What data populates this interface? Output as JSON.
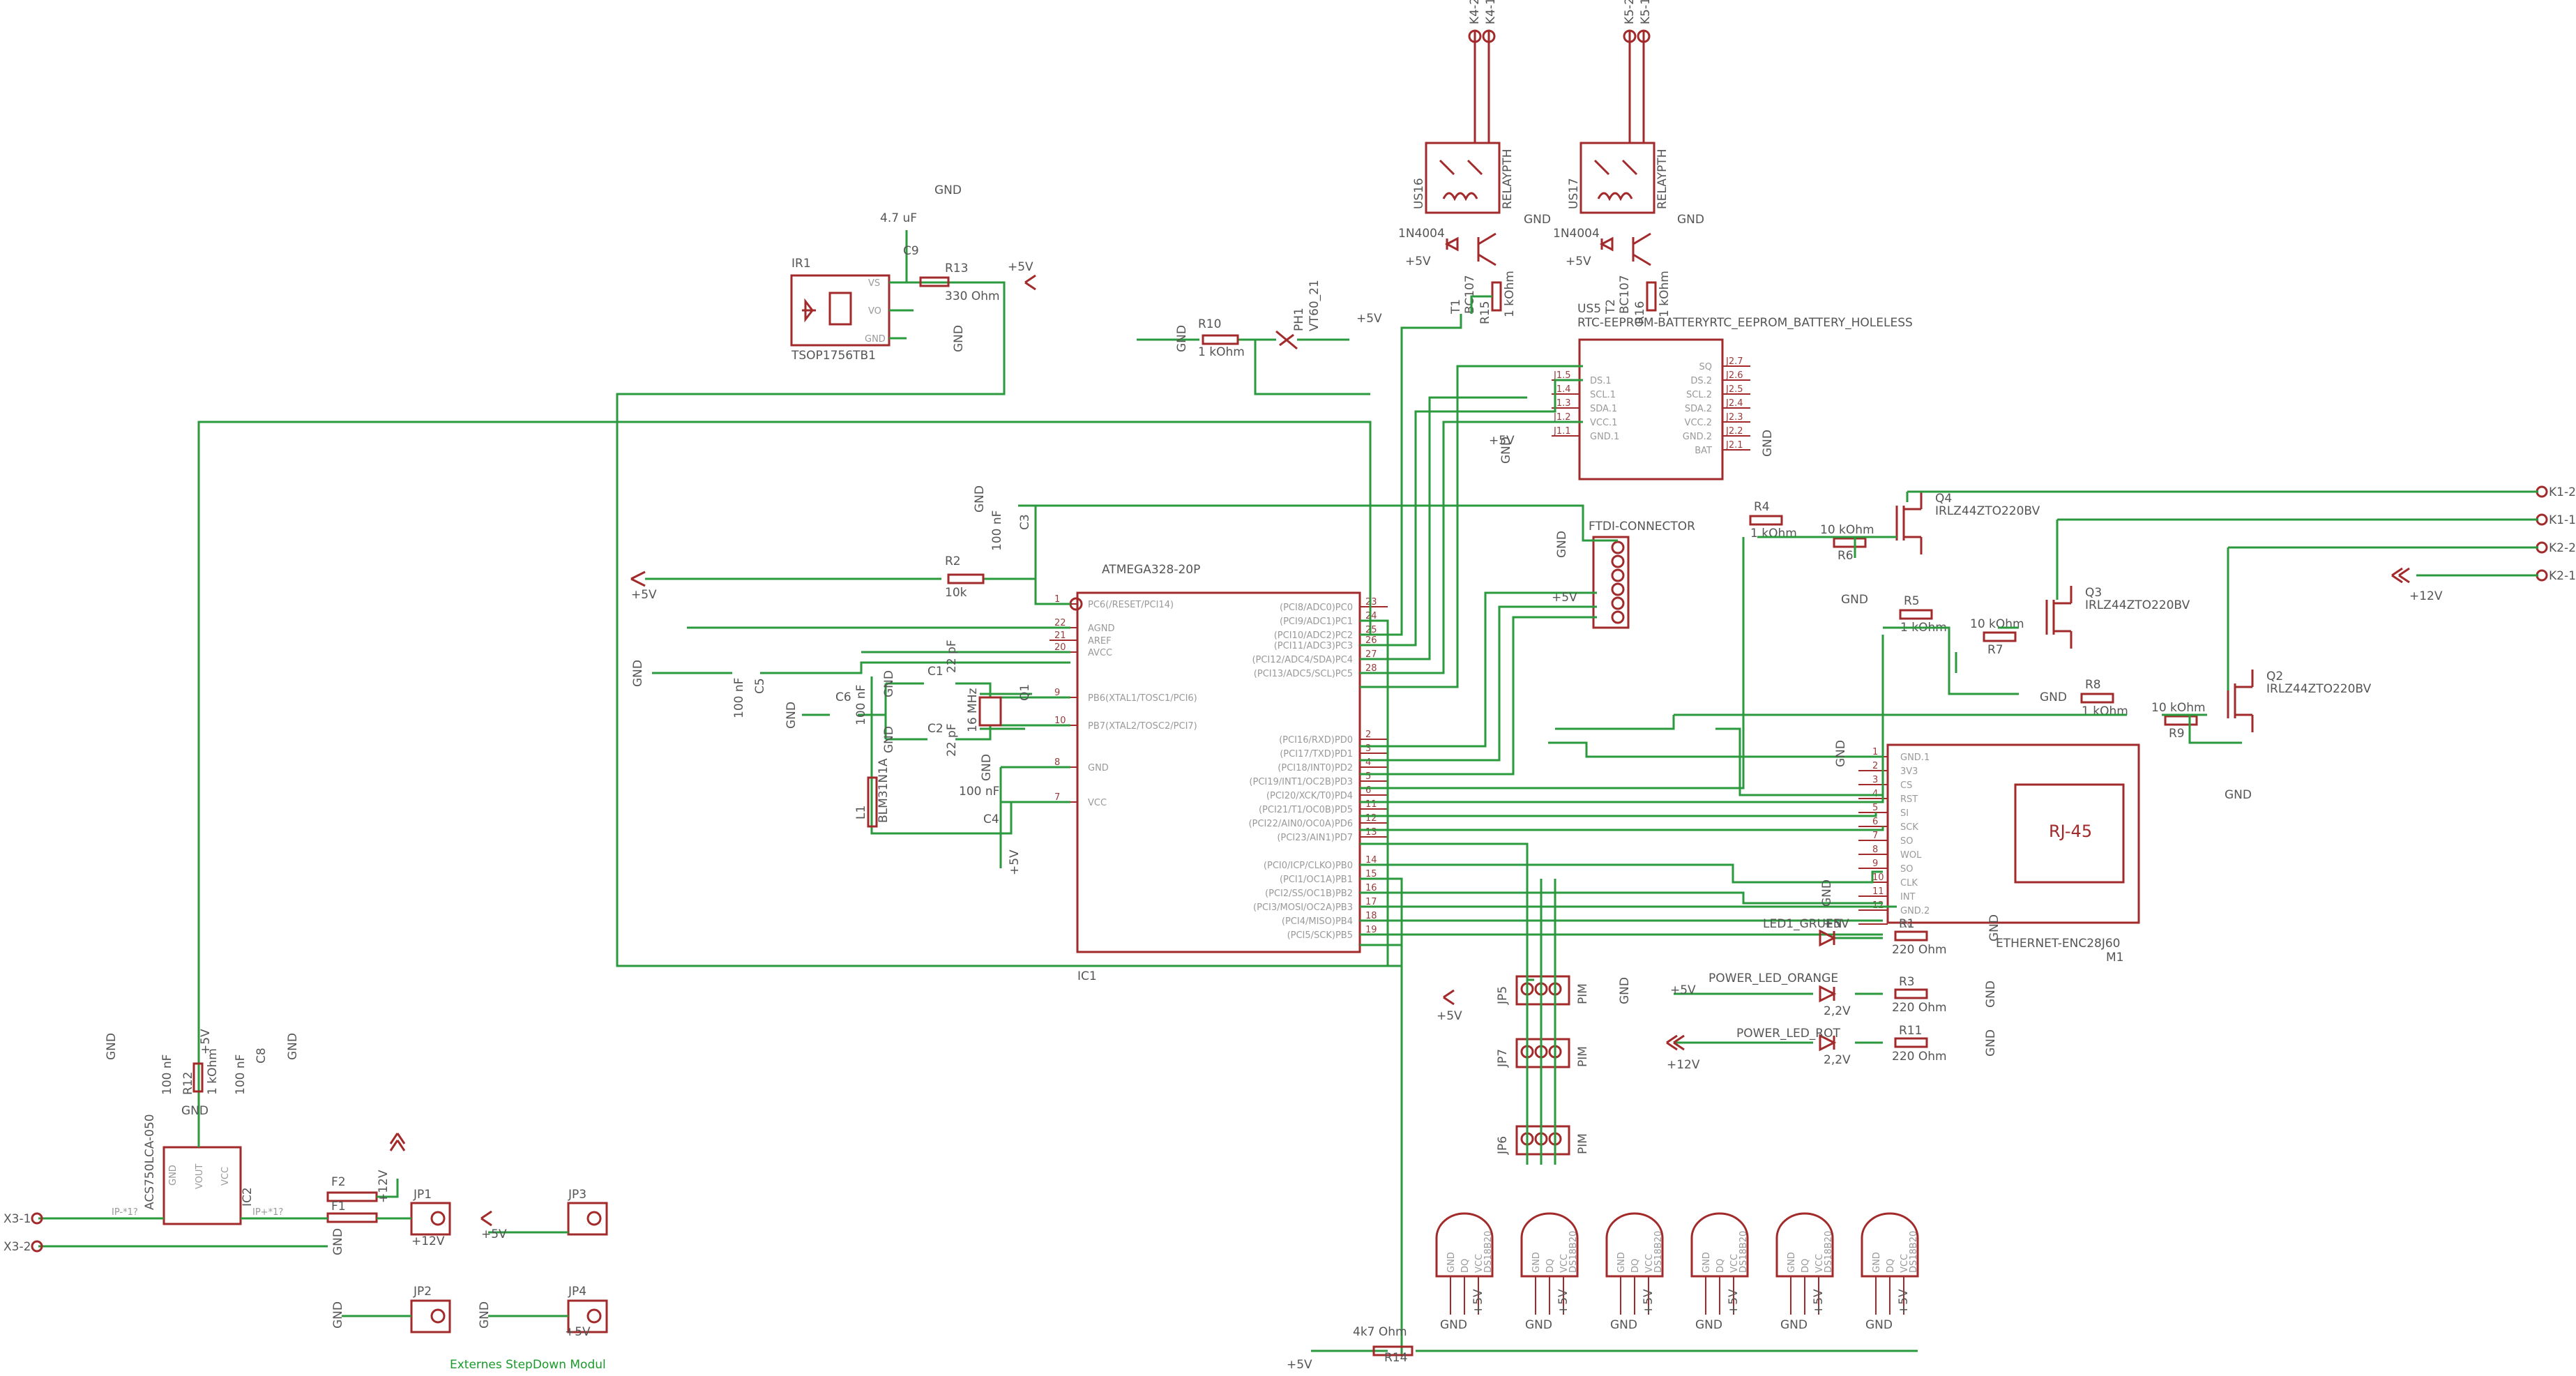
{
  "schematic": {
    "mcu": {
      "name": "IC1",
      "value": "ATMEGA328-20P",
      "left_pins": [
        {
          "num": "1",
          "name": "PC6(/RESET/PCI14)"
        },
        {
          "num": "22",
          "name": "AGND"
        },
        {
          "num": "21",
          "name": "AREF"
        },
        {
          "num": "20",
          "name": "AVCC"
        },
        {
          "num": "9",
          "name": "PB6(XTAL1/TOSC1/PCI6)"
        },
        {
          "num": "10",
          "name": "PB7(XTAL2/TOSC2/PCI7)"
        },
        {
          "num": "8",
          "name": "GND"
        },
        {
          "num": "7",
          "name": "VCC"
        }
      ],
      "right_pins": [
        {
          "num": "23",
          "name": "(PCI8/ADC0)PC0"
        },
        {
          "num": "24",
          "name": "(PCI9/ADC1)PC1"
        },
        {
          "num": "25",
          "name": "(PCI10/ADC2)PC2"
        },
        {
          "num": "26",
          "name": "(PCI11/ADC3)PC3"
        },
        {
          "num": "27",
          "name": "(PCI12/ADC4/SDA)PC4"
        },
        {
          "num": "28",
          "name": "(PCI13/ADC5/SCL)PC5"
        },
        {
          "num": "2",
          "name": "(PCI16/RXD)PD0"
        },
        {
          "num": "3",
          "name": "(PCI17/TXD)PD1"
        },
        {
          "num": "4",
          "name": "(PCI18/INT0)PD2"
        },
        {
          "num": "5",
          "name": "(PCI19/INT1/OC2B)PD3"
        },
        {
          "num": "6",
          "name": "(PCI20/XCK/T0)PD4"
        },
        {
          "num": "11",
          "name": "(PCI21/T1/OC0B)PD5"
        },
        {
          "num": "12",
          "name": "(PCI22/AIN0/OC0A)PD6"
        },
        {
          "num": "13",
          "name": "(PCI23/AIN1)PD7"
        },
        {
          "num": "14",
          "name": "(PCI0/ICP/CLKO)PB0"
        },
        {
          "num": "15",
          "name": "(PCI1/OC1A)PB1"
        },
        {
          "num": "16",
          "name": "(PCI2/SS/OC1B)PB2"
        },
        {
          "num": "17",
          "name": "(PCI3/MOSI/OC2A)PB3"
        },
        {
          "num": "18",
          "name": "(PCI4/MISO)PB4"
        },
        {
          "num": "19",
          "name": "(PCI5/SCK)PB5"
        }
      ]
    },
    "rtc": {
      "name": "US5",
      "value": "RTC-EEPROM-BATTERYRTC_EEPROM_BATTERY_HOLELESS",
      "left_pins": [
        {
          "num": "J1.5",
          "name": "DS.1"
        },
        {
          "num": "J1.4",
          "name": "SCL.1"
        },
        {
          "num": "J1.3",
          "name": "SDA.1"
        },
        {
          "num": "J1.2",
          "name": "VCC.1"
        },
        {
          "num": "J1.1",
          "name": "GND.1"
        }
      ],
      "right_pins": [
        {
          "num": "J2.7",
          "name": "SQ"
        },
        {
          "num": "J2.6",
          "name": "DS.2"
        },
        {
          "num": "J2.5",
          "name": "SCL.2"
        },
        {
          "num": "J2.4",
          "name": "SDA.2"
        },
        {
          "num": "J2.3",
          "name": "VCC.2"
        },
        {
          "num": "J2.2",
          "name": "GND.2"
        },
        {
          "num": "J2.1",
          "name": "BAT"
        }
      ]
    },
    "ethernet": {
      "name": "M1",
      "value": "ETHERNET-ENC28J60",
      "connector_label": "RJ-45",
      "pins": [
        {
          "num": "1",
          "name": "GND.1"
        },
        {
          "num": "2",
          "name": "3V3"
        },
        {
          "num": "3",
          "name": "CS"
        },
        {
          "num": "4",
          "name": "RST"
        },
        {
          "num": "5",
          "name": "SI"
        },
        {
          "num": "6",
          "name": "SCK"
        },
        {
          "num": "7",
          "name": "SO"
        },
        {
          "num": "8",
          "name": "WOL"
        },
        {
          "num": "9",
          "name": "SO"
        },
        {
          "num": "10",
          "name": "CLK"
        },
        {
          "num": "11",
          "name": "INT"
        },
        {
          "num": "12",
          "name": "GND.2"
        },
        {
          "num": "",
          "name": "5V"
        }
      ]
    },
    "ftdi": {
      "label": "FTDI-CONNECTOR"
    },
    "ir": {
      "name": "IR1",
      "value": "TSOP1756TB1",
      "pins": [
        "VS",
        "VO",
        "GND"
      ]
    },
    "current_sensor": {
      "name": "IC2",
      "value": "ACS750LCA-050",
      "pins": [
        "GND",
        "VOUT",
        "VCC",
        "IP-*1?",
        "IP+*1?"
      ]
    },
    "relays": [
      {
        "name": "US16",
        "type": "RELAYPTH",
        "diode": "1N4004",
        "transistor_name": "T1",
        "transistor_type": "BC107",
        "resistor_name": "R15",
        "resistor_value": "1 kOhm",
        "out1": "K4-2",
        "out2": "K4-1"
      },
      {
        "name": "US17",
        "type": "RELAYPTH",
        "diode": "1N4004",
        "transistor_name": "T2",
        "transistor_type": "BC107",
        "resistor_name": "R16",
        "resistor_value": "1 kOhm",
        "out1": "K5-2",
        "out2": "K5-1"
      }
    ],
    "mosfets": [
      {
        "name": "Q4",
        "value": "IRLZ44ZTO220BV",
        "gate_r": "R4",
        "gate_r_value": "1 kOhm",
        "pd_r": "R6",
        "pd_r_value": "10 kOhm"
      },
      {
        "name": "Q3",
        "value": "IRLZ44ZTO220BV",
        "gate_r": "R5",
        "gate_r_value": "1 kOhm",
        "pd_r": "R7",
        "pd_r_value": "10 kOhm"
      },
      {
        "name": "Q2",
        "value": "IRLZ44ZTO220BV",
        "gate_r": "R8",
        "gate_r_value": "1 kOhm",
        "pd_r": "R9",
        "pd_r_value": "10 kOhm"
      }
    ],
    "outputs": [
      "K1-2",
      "K1-1",
      "K2-2",
      "K2-1"
    ],
    "photo": {
      "r_name": "R10",
      "r_value": "1 kOhm",
      "ph_name": "PH1",
      "ph_value": "VT60_21"
    },
    "passives": {
      "C1": "22 pF",
      "C2": "22 pF",
      "C3": "100 nF",
      "C4": "100 nF",
      "C5": "100 nF",
      "C6": "100 nF",
      "C7": "100 nF",
      "C8": "100 nF",
      "C9": "4.7 uF",
      "R2": "10k",
      "R12": "1 kOhm",
      "R13": "330 Ohm",
      "R14": "4k7 Ohm",
      "R1": "220 Ohm",
      "R3": "220 Ohm",
      "R11": "220 Ohm",
      "Q1": "16 MHz",
      "L1": "BLM31N1A"
    },
    "leds": [
      {
        "label": "LED1_GRUEN",
        "r_name": "R1",
        "r_value": "220 Ohm",
        "v": ""
      },
      {
        "label": "POWER_LED_ORANGE",
        "r_name": "R3",
        "r_value": "220 Ohm",
        "v": "2,2V"
      },
      {
        "label": "POWER_LED_ROT",
        "r_name": "R11",
        "r_value": "220 Ohm",
        "v": "2,2V"
      }
    ],
    "pir": [
      "JP5",
      "JP7",
      "JP6"
    ],
    "pir_label": "PIM",
    "jumpers": [
      "JP1",
      "JP2",
      "JP3",
      "JP4"
    ],
    "fuses": [
      "F2",
      "F1"
    ],
    "sensors": {
      "count": 6,
      "pins": [
        "GND",
        "DQ",
        "VCC"
      ],
      "type": "DS18B20"
    },
    "net": {
      "gnd": "GND",
      "p5v": "+5V",
      "p12v": "+12V",
      "x31": "X3-1",
      "x32": "X3-2"
    },
    "caption": "Externes StepDown Modul"
  }
}
